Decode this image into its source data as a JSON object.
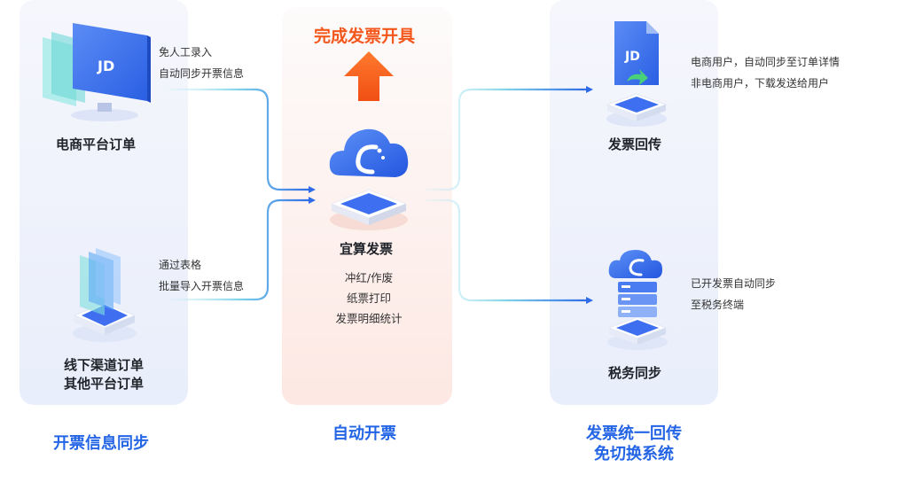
{
  "top": {
    "title": "完成发票开具"
  },
  "left": {
    "node1": {
      "label": "电商平台订单",
      "notes": [
        "免人工录入",
        "自动同步开票信息"
      ],
      "logo": "JD"
    },
    "node2": {
      "label_lines": [
        "线下渠道订单",
        "其他平台订单"
      ],
      "notes": [
        "通过表格",
        "批量导入开票信息"
      ]
    },
    "bottom_title": "开票信息同步"
  },
  "center": {
    "label": "宜算发票",
    "features": [
      "冲红/作废",
      "纸票打印",
      "发票明细统计"
    ],
    "bottom_title": "自动开票"
  },
  "right": {
    "node1": {
      "label": "发票回传",
      "notes": [
        "电商用户，自动同步至订单详情",
        "非电商用户，下载发送给用户"
      ],
      "logo": "JD"
    },
    "node2": {
      "label": "税务同步",
      "notes": [
        "已开发票自动同步",
        "至税务终端"
      ]
    },
    "bottom_title_lines": [
      "发票统一回传",
      "免切换系统"
    ]
  },
  "colors": {
    "accent_blue": "#2465e5",
    "accent_orange": "#f4571c",
    "connector": "#7fd3e8"
  }
}
